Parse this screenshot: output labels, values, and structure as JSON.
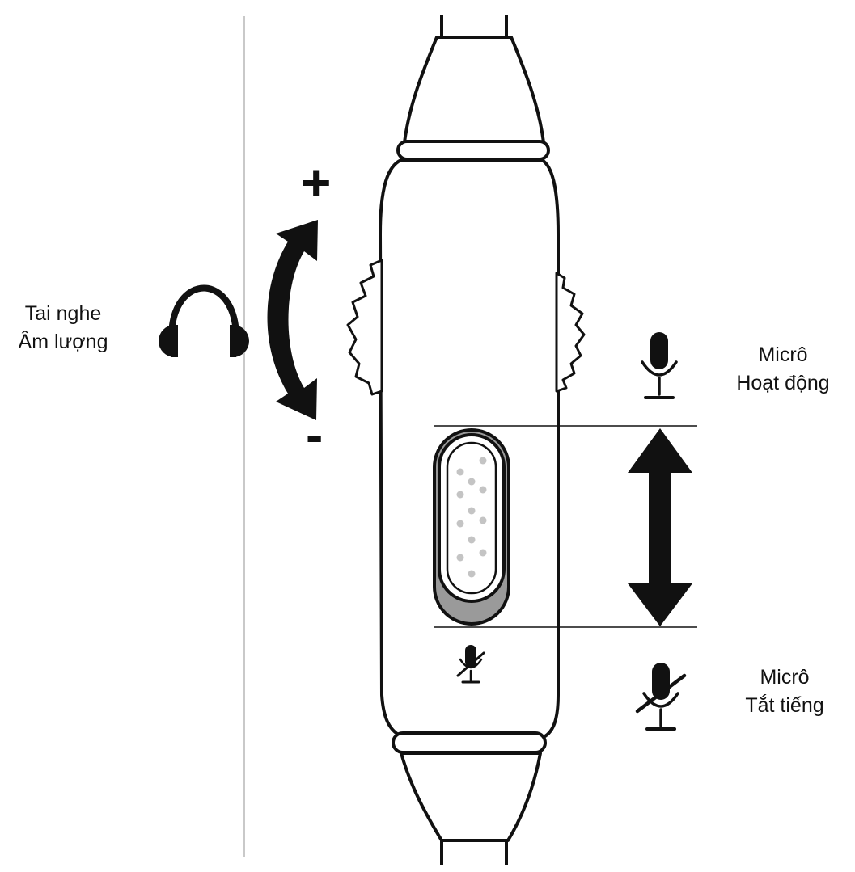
{
  "headphone_volume": {
    "line1": "Tai nghe",
    "line2": "Âm lượng",
    "icon": "headphones-icon",
    "plus_sign": "+",
    "minus_sign": "-"
  },
  "mic_active": {
    "line1": "Micrô",
    "line2": "Hoạt động",
    "icon": "microphone-icon"
  },
  "mic_mute": {
    "line1": "Micrô",
    "line2": "Tắt tiếng",
    "icon": "microphone-muted-icon"
  },
  "colors": {
    "outline": "#111111",
    "switch_shadow": "#9a9a9a",
    "switch_dots": "#c4c4c4",
    "divider": "#c9c9c9"
  }
}
